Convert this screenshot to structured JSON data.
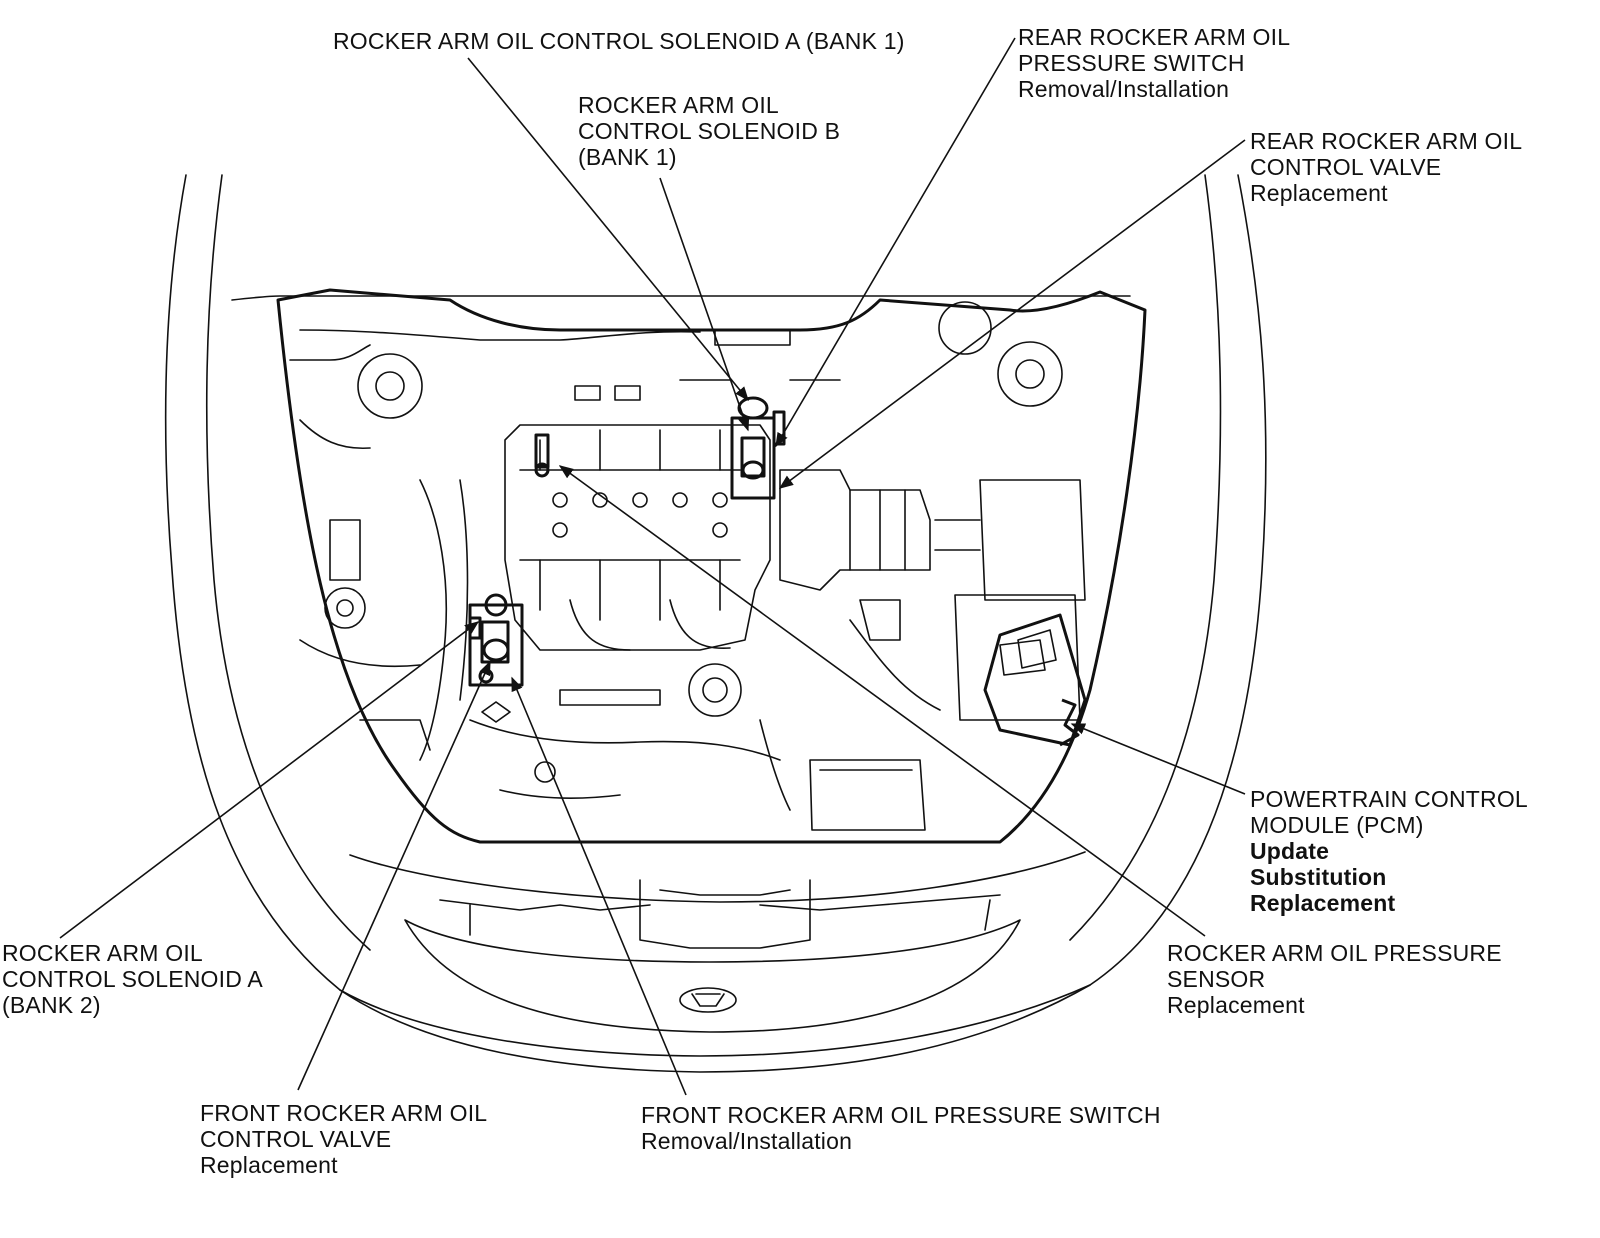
{
  "callouts": [
    {
      "id": "solenoid-a-bank1",
      "lines": [
        "ROCKER ARM OIL CONTROL SOLENOID A (BANK 1)"
      ],
      "actions": []
    },
    {
      "id": "solenoid-b-bank1",
      "lines": [
        "ROCKER ARM OIL",
        "CONTROL SOLENOID B",
        "(BANK 1)"
      ],
      "actions": []
    },
    {
      "id": "rear-pressure-switch",
      "lines": [
        "REAR ROCKER ARM OIL",
        "PRESSURE SWITCH"
      ],
      "actions": [
        "Removal/Installation"
      ]
    },
    {
      "id": "rear-control-valve",
      "lines": [
        "REAR ROCKER ARM OIL",
        "CONTROL VALVE"
      ],
      "actions": [
        "Replacement"
      ]
    },
    {
      "id": "pcm",
      "lines": [
        "POWERTRAIN CONTROL",
        "MODULE (PCM)"
      ],
      "actions": [
        "Update",
        "Substitution",
        "Replacement"
      ]
    },
    {
      "id": "pressure-sensor",
      "lines": [
        "ROCKER ARM OIL PRESSURE",
        "SENSOR"
      ],
      "actions": [
        "Replacement"
      ]
    },
    {
      "id": "solenoid-a-bank2",
      "lines": [
        "ROCKER ARM OIL",
        "CONTROL SOLENOID A",
        "(BANK 2)"
      ],
      "actions": []
    },
    {
      "id": "front-control-valve",
      "lines": [
        "FRONT ROCKER ARM OIL",
        "CONTROL VALVE"
      ],
      "actions": [
        "Replacement"
      ]
    },
    {
      "id": "front-pressure-switch",
      "lines": [
        "FRONT ROCKER ARM OIL PRESSURE SWITCH"
      ],
      "actions": [
        "Removal/Installation"
      ]
    }
  ]
}
